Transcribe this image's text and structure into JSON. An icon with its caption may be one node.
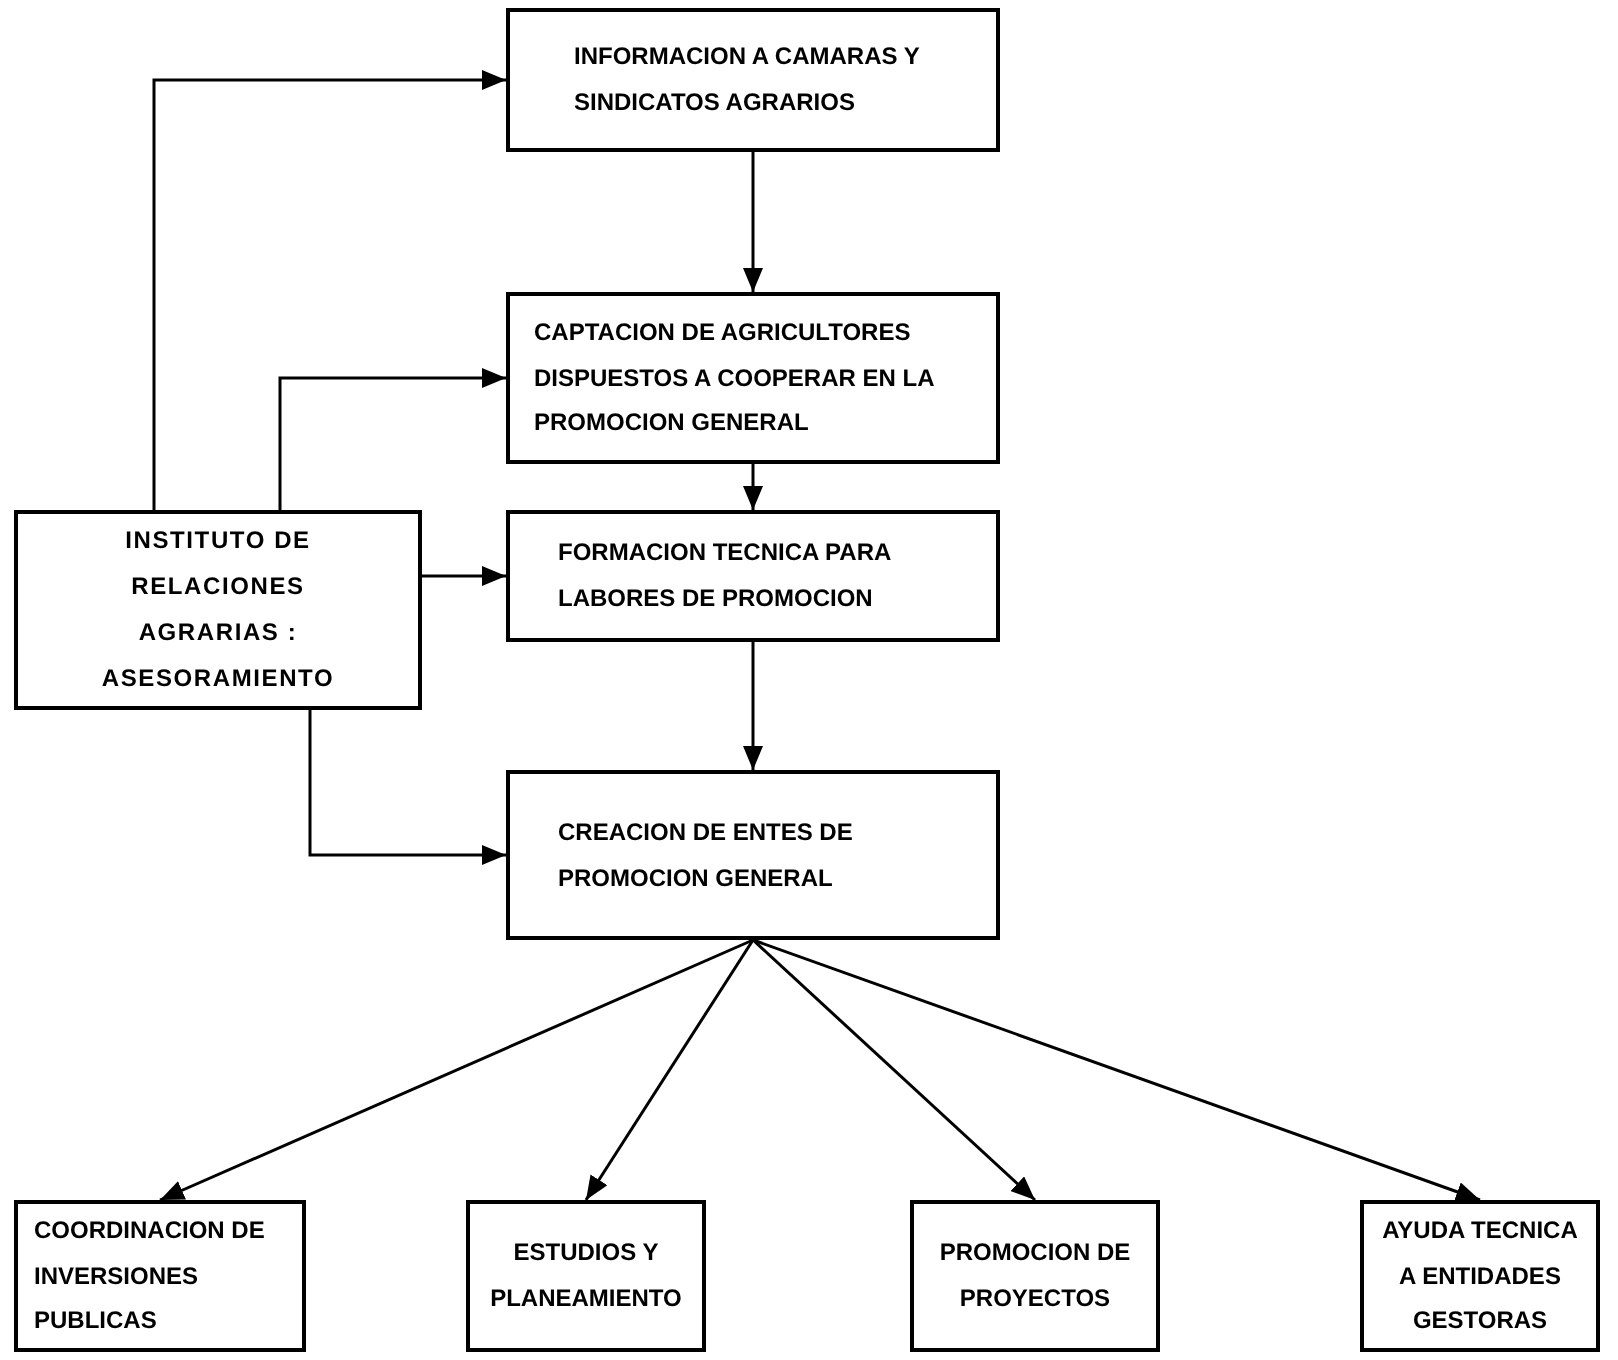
{
  "diagram": {
    "nodes": [
      {
        "text": [
          "INFORMACION A CAMARAS Y SINDICATOS AGRARIOS"
        ]
      },
      {
        "text": [
          "CAPTACION DE AGRICULTORES DISPUESTOS A COOPERAR EN LA PROMOCION GENERAL"
        ]
      },
      {
        "text": [
          "INSTITUTO DE RELACIONES AGRARIAS : ASESORAMIENTO"
        ]
      },
      {
        "text": [
          "FORMACION TECNICA PARA LABORES DE PROMOCION"
        ]
      },
      {
        "text": [
          "CREACION DE ENTES DE PROMOCION GENERAL"
        ]
      },
      {
        "text": [
          "COORDINACION DE INVERSIONES PUBLICAS"
        ]
      },
      {
        "text": [
          "ESTUDIOS Y PLANEAMIENTO"
        ]
      },
      {
        "text": [
          "PROMOCION DE PROYECTOS"
        ]
      },
      {
        "text": [
          "AYUDA TECNICA A ENTIDADES GESTORAS"
        ]
      }
    ],
    "edges": [
      {
        "from": 0,
        "to": 1,
        "arrow": "to"
      },
      {
        "from": 1,
        "to": 3,
        "arrow": "to"
      },
      {
        "from": 3,
        "to": 4,
        "arrow": "to"
      },
      {
        "from": 2,
        "to": 0,
        "arrow": "to"
      },
      {
        "from": 2,
        "to": 1,
        "arrow": "to"
      },
      {
        "from": 2,
        "to": 3,
        "arrow": "to"
      },
      {
        "from": 2,
        "to": 4,
        "arrow": "to"
      },
      {
        "from": 4,
        "to": 5,
        "arrow": "to"
      },
      {
        "from": 4,
        "to": 6,
        "arrow": "to"
      },
      {
        "from": 4,
        "to": 7,
        "arrow": "to"
      },
      {
        "from": 4,
        "to": 8,
        "arrow": "to"
      }
    ]
  }
}
